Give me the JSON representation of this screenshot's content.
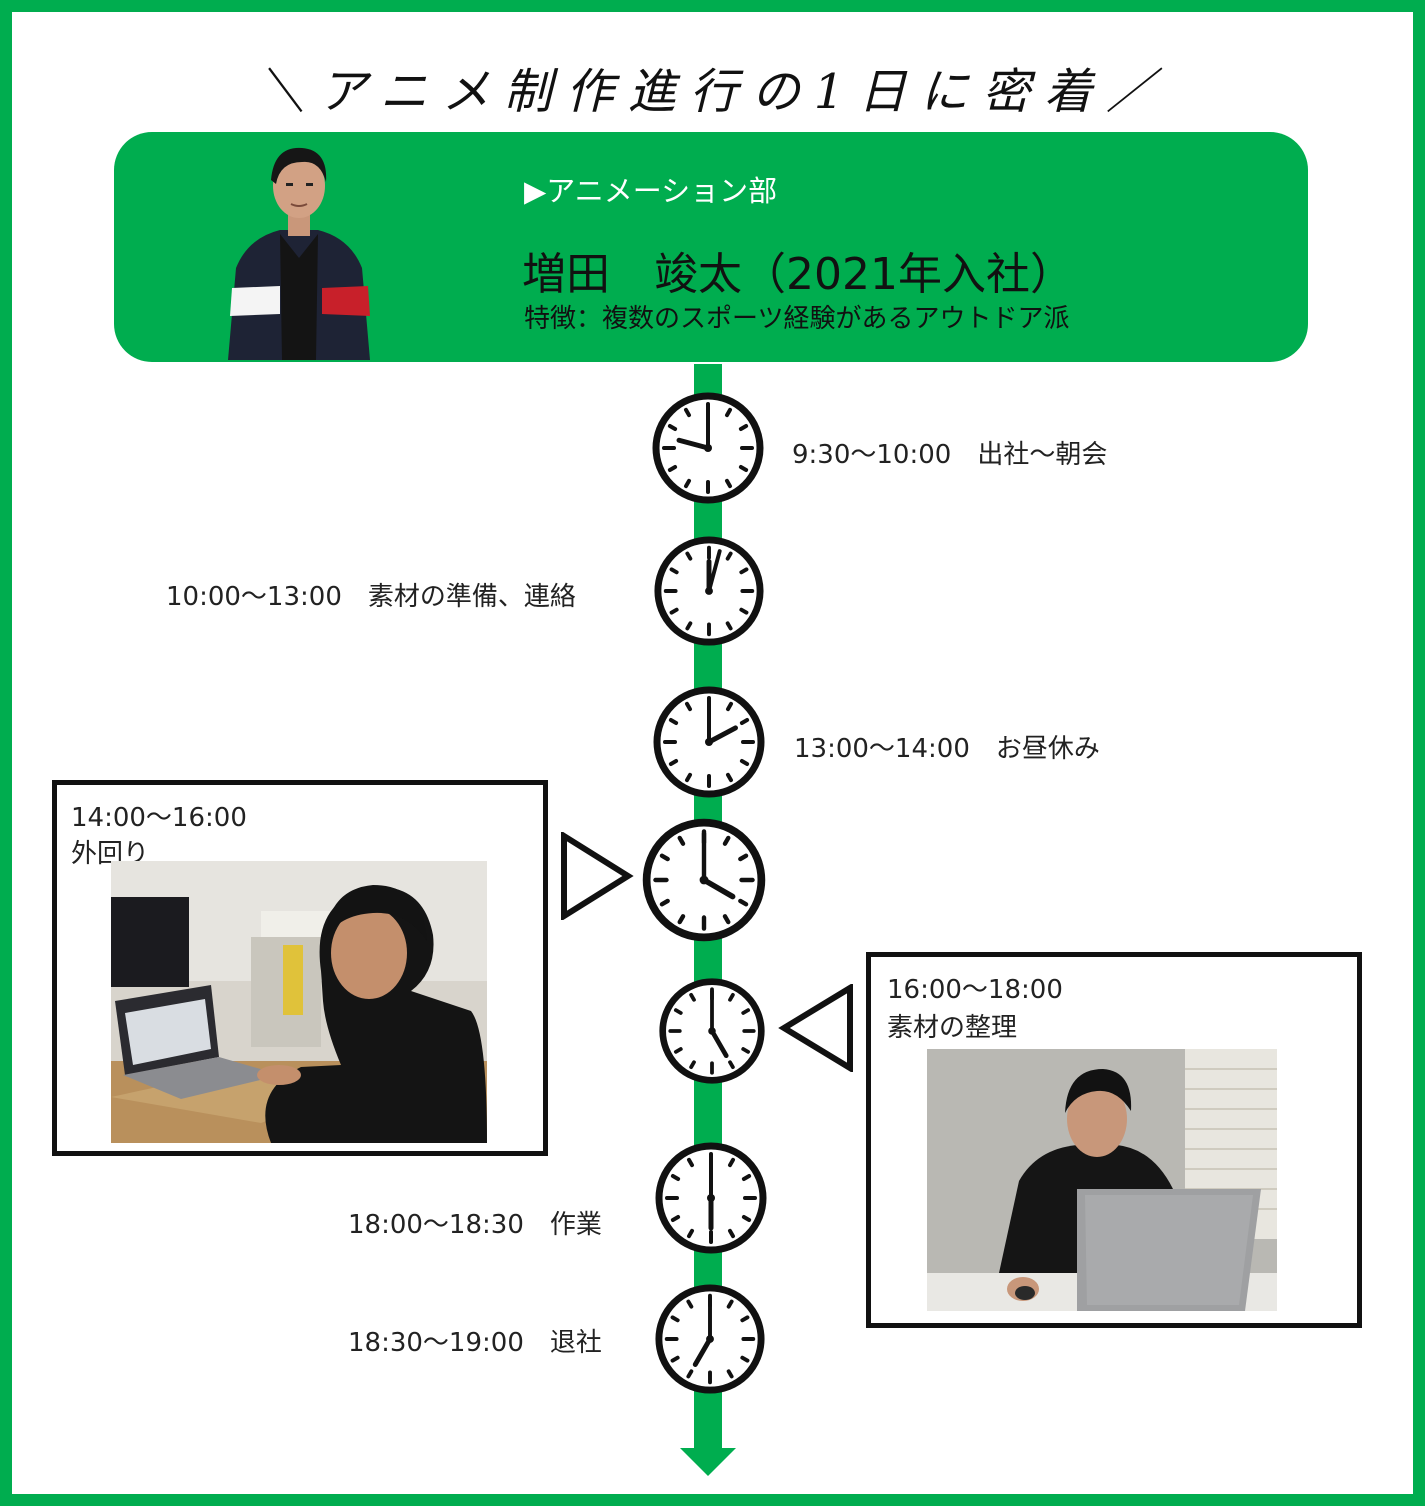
{
  "title": "＼アニメ制作進行の1日に密着／",
  "profile": {
    "department": "▶アニメーション部",
    "name": "増田　竣太（2021年入社）",
    "feature": "特徴：複数のスポーツ経験があるアウトドア派"
  },
  "schedule": [
    {
      "time": "9:30〜10:00",
      "task": "出社〜朝会"
    },
    {
      "time": "10:00〜13:00",
      "task": "素材の準備、連絡"
    },
    {
      "time": "13:00〜14:00",
      "task": "お昼休み"
    },
    {
      "time": "14:00〜16:00",
      "task": "外回り"
    },
    {
      "time": "16:00〜18:00",
      "task": "素材の整理"
    },
    {
      "time": "18:00〜18:30",
      "task": "作業"
    },
    {
      "time": "18:30〜19:00",
      "task": "退社"
    }
  ],
  "colors": {
    "brand_green": "#00ad4f",
    "text": "#1a1a1a"
  },
  "icons": [
    "clock-icon",
    "pointer-triangle-icon",
    "down-arrow-icon"
  ]
}
